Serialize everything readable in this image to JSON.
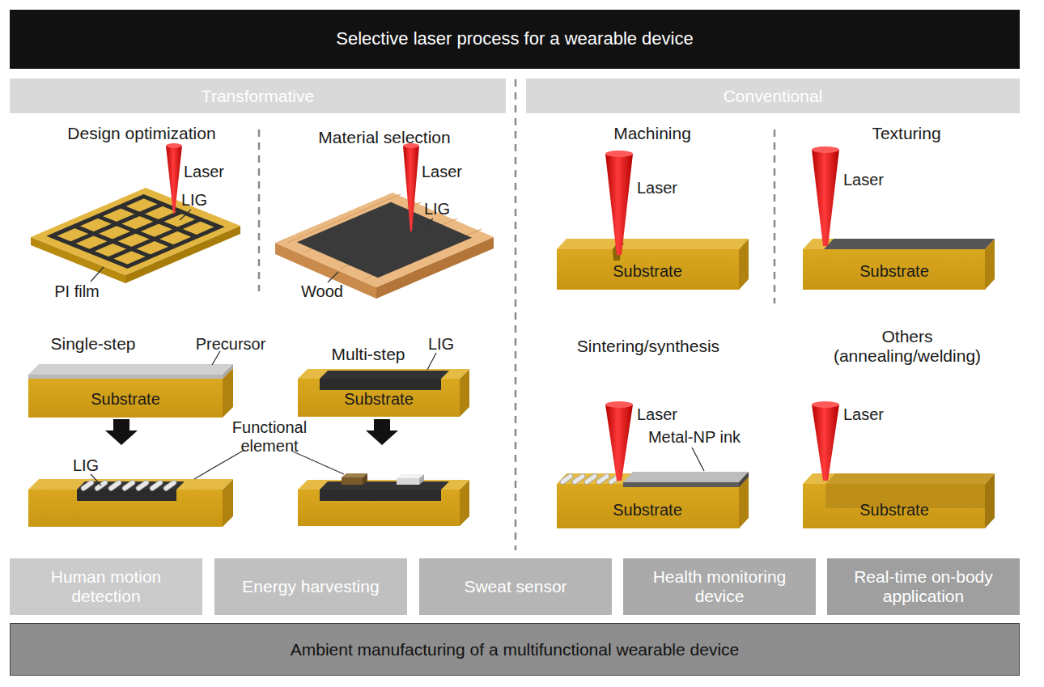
{
  "diagram": {
    "nodes": [
      {
        "text": [
          "Selective laser process for a wearable device"
        ]
      },
      {
        "text": [
          "Transformative"
        ]
      },
      {
        "text": [
          "Conventional"
        ]
      },
      {
        "text": [
          "Human motion detection"
        ]
      },
      {
        "text": [
          "Energy harvesting"
        ]
      },
      {
        "text": [
          "Sweat sensor"
        ]
      },
      {
        "text": [
          "Health monitoring device"
        ]
      },
      {
        "text": [
          "Real-time on-body application"
        ]
      },
      {
        "text": [
          "Ambient manufacturing of a multifunctional wearable device"
        ]
      }
    ],
    "edges": [],
    "labels": [
      "Design optimization",
      "Laser",
      "LIG",
      "PI film",
      "Material selection",
      "Laser",
      "LIG",
      "Wood",
      "Single-step",
      "Precursor",
      "Substrate",
      "Multi-step",
      "LIG",
      "Substrate",
      "Functional element",
      "LIG",
      "Machining",
      "Laser",
      "Substrate",
      "Texturing",
      "Laser",
      "Substrate",
      "Sintering/synthesis",
      "Laser",
      "Metal-NP ink",
      "Substrate",
      "Others (annealing/welding)",
      "Laser",
      "Substrate"
    ]
  }
}
